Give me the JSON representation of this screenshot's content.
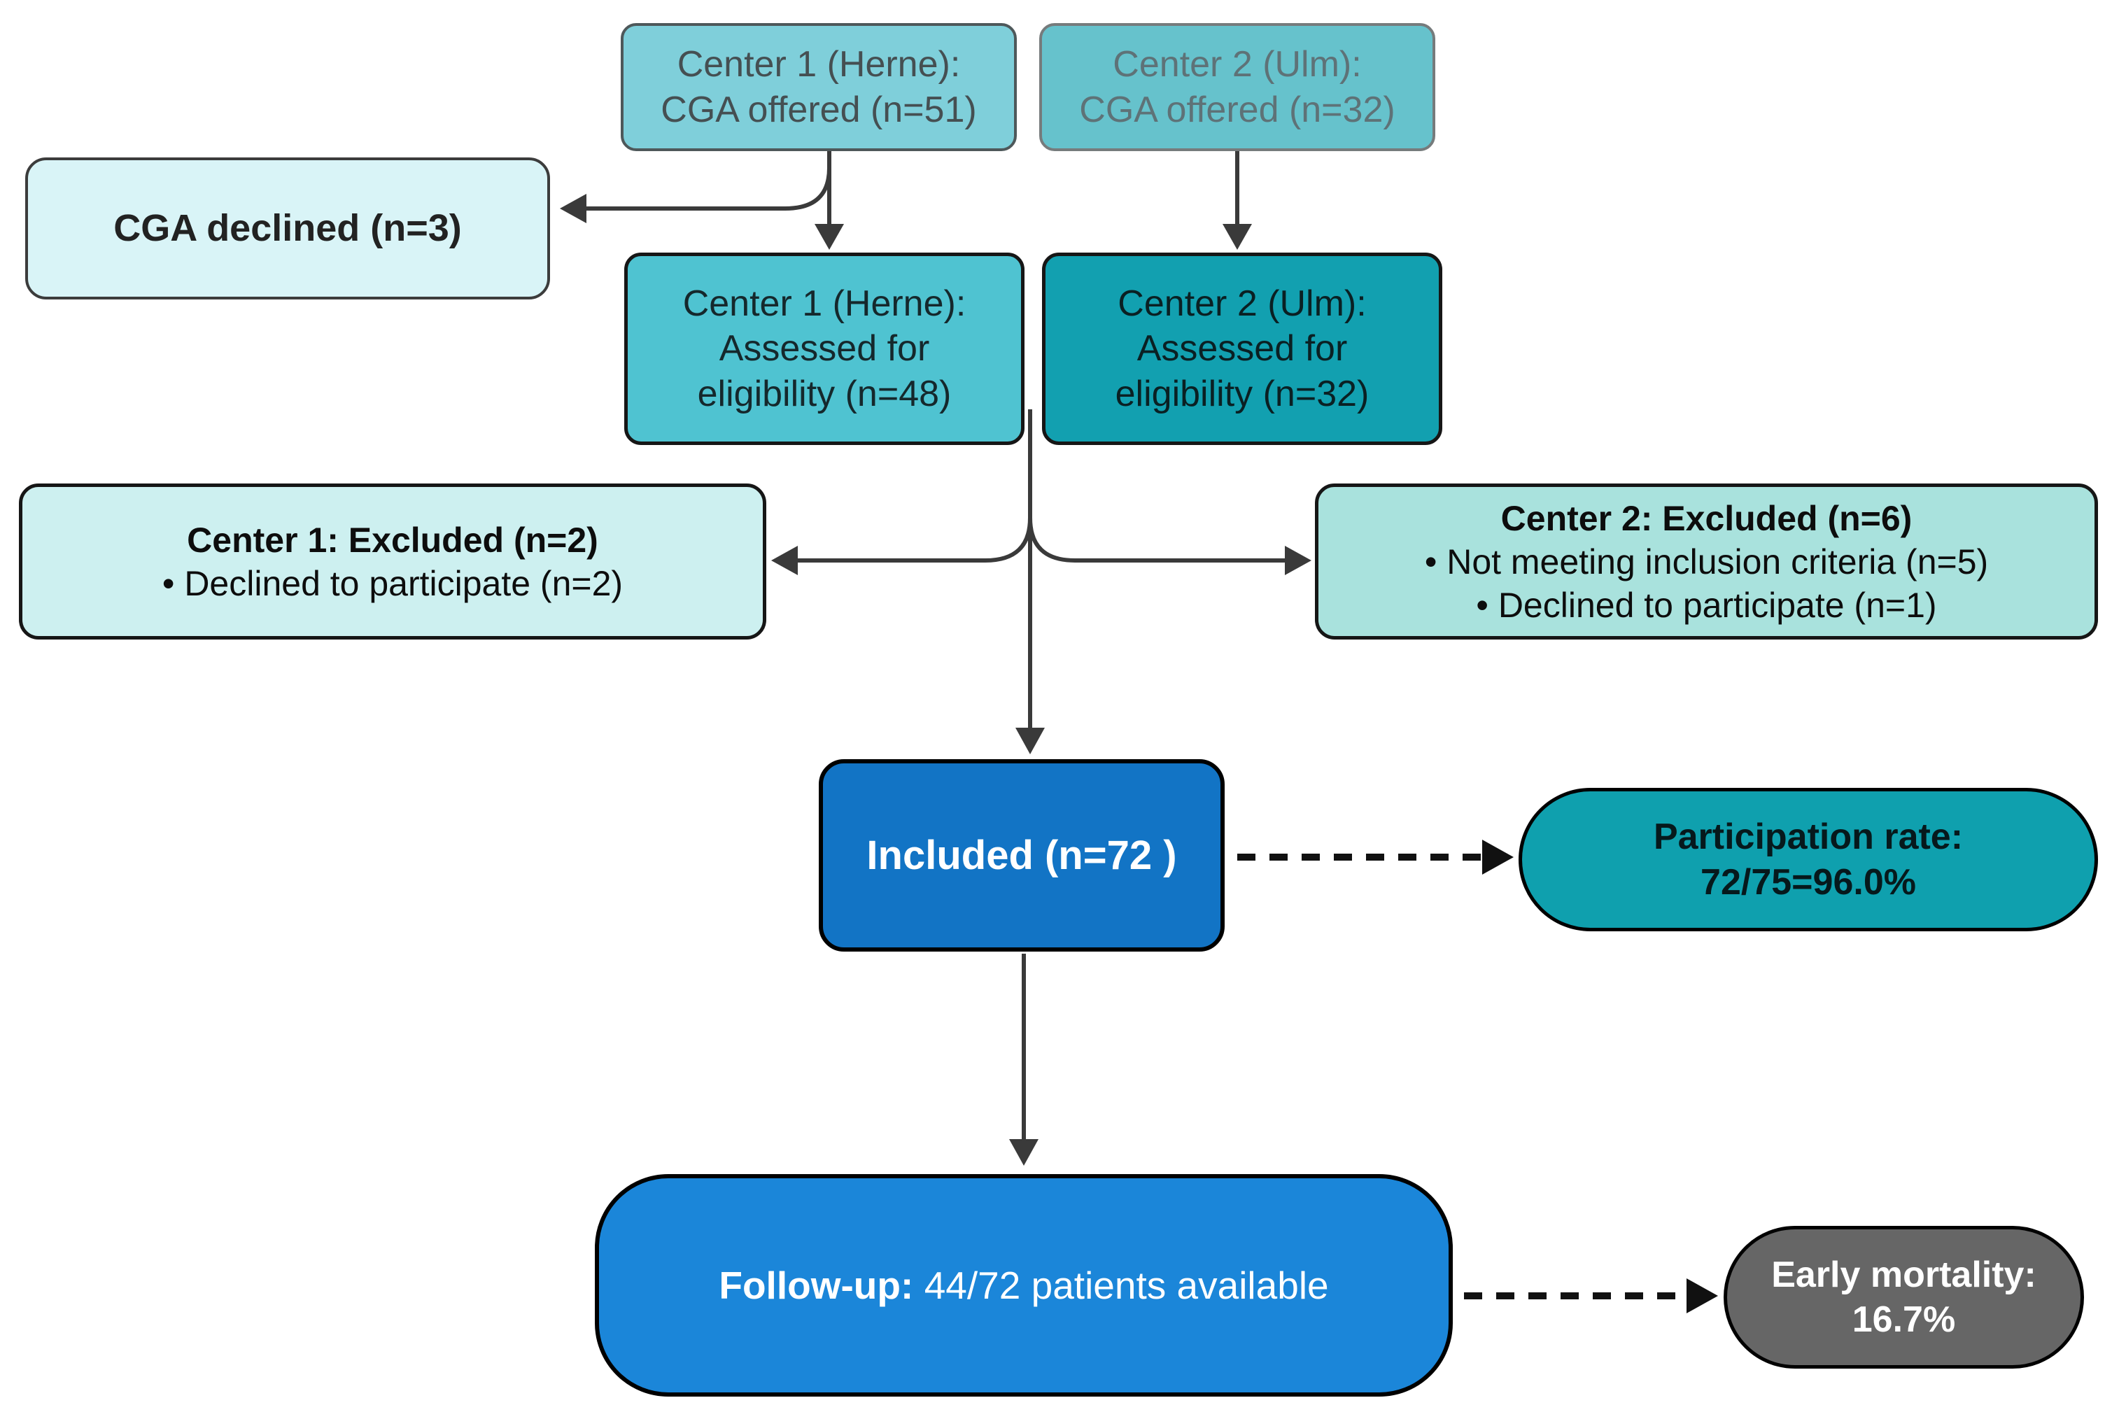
{
  "diagram": {
    "boxes": {
      "cga1": {
        "line1": "Center 1 (Herne):",
        "line2": "CGA offered (n=51)"
      },
      "cga2": {
        "line1": "Center 2 (Ulm):",
        "line2": "CGA offered (n=32)"
      },
      "cga_declined": {
        "text": "CGA declined (n=3)"
      },
      "assessed1": {
        "line1": "Center 1 (Herne):",
        "line2": "Assessed for",
        "line3": "eligibility (n=48)"
      },
      "assessed2": {
        "line1": "Center 2 (Ulm):",
        "line2": "Assessed for",
        "line3": "eligibility (n=32)"
      },
      "excluded1": {
        "title": "Center 1: Excluded (n=2)",
        "bullets": [
          "• Declined to participate (n=2)"
        ]
      },
      "excluded2": {
        "title": "Center 2: Excluded (n=6)",
        "bullets": [
          "• Not meeting inclusion criteria (n=5)",
          "• Declined to participate (n=1)"
        ]
      },
      "included": {
        "text": "Included (n=72 )"
      },
      "participation": {
        "line1": "Participation rate:",
        "line2": "72/75=96.0%"
      },
      "followup": {
        "lead": "Follow-up:",
        "rest": "44/72 patients available"
      },
      "mortality": {
        "line1": "Early mortality:",
        "line2": "16.7%"
      }
    },
    "colors": {
      "cga1_fill": "#7fcfda",
      "cga2_fill": "#66c2cc",
      "declined_fill": "#d9f4f7",
      "assessed1_fill": "#4fc3d1",
      "assessed2_fill": "#12a0b0",
      "excluded1_fill": "#cdf0f0",
      "excluded2_fill": "#a9e2dd",
      "included_fill": "#1274c5",
      "participation_fill": "#0fa0ae",
      "followup_fill": "#1b86d9",
      "mortality_fill": "#666666",
      "arrow": "#3a3a3a",
      "dashed_arrow": "#111111"
    }
  }
}
